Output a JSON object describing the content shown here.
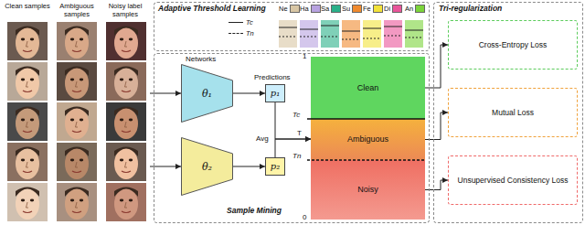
{
  "diagram": {
    "nodes": [
      {
        "text": [
          "Clean samples",
          "Ambiguous samples",
          "Noisy label samples"
        ]
      },
      {
        "text": [
          "Adaptive Threshold Learning"
        ]
      },
      {
        "text": [
          "Sample Mining"
        ]
      },
      {
        "text": [
          "θ₁"
        ],
        "in": 2
      },
      {
        "text": [
          "θ₂"
        ],
        "in": 2
      },
      {
        "text": [
          "p₁"
        ],
        "in": 2
      },
      {
        "text": [
          "p₂"
        ],
        "in": 2
      },
      {
        "text": [
          "Clean"
        ],
        "in": 2
      },
      {
        "text": [
          "Ambiguous"
        ],
        "in": 2
      },
      {
        "text": [
          "Noisy"
        ],
        "in": 2
      },
      {
        "text": [
          "Tri-regularization"
        ]
      },
      {
        "text": [
          "Cross-Entropy Loss"
        ],
        "in": 10
      },
      {
        "text": [
          "Mutual Loss"
        ],
        "in": 10
      },
      {
        "text": [
          "Unsupervised Consistency Loss"
        ],
        "in": 10
      }
    ],
    "edges": [
      {
        "from": 0,
        "to": 3,
        "arrow": "to"
      },
      {
        "from": 0,
        "to": 4,
        "arrow": "to"
      },
      {
        "from": 3,
        "to": 5,
        "arrow": "to"
      },
      {
        "from": 4,
        "to": 6,
        "arrow": "to"
      },
      {
        "from": 5,
        "to": 8,
        "arrow": "to"
      },
      {
        "from": 6,
        "to": 8,
        "arrow": "to"
      },
      {
        "from": 7,
        "to": 11,
        "arrow": "to"
      },
      {
        "from": 8,
        "to": 12,
        "arrow": "to"
      },
      {
        "from": 9,
        "to": 13,
        "arrow": "to"
      }
    ],
    "labels": [
      "Networks",
      "Predictions",
      "Avg",
      "T",
      "1",
      "Tc",
      "Tn",
      "0"
    ],
    "legend": [
      {
        "text": "Tc"
      },
      {
        "text": "Tn"
      },
      {
        "text": "Ne",
        "color": "#d8c6a4"
      },
      {
        "text": "Ha",
        "color": "#b7a2e0"
      },
      {
        "text": "Sa",
        "color": "#2ab089"
      },
      {
        "text": "Su",
        "color": "#f08a2e"
      },
      {
        "text": "Fe",
        "color": "#f2e23a"
      },
      {
        "text": "Di",
        "color": "#e9559a"
      },
      {
        "text": "An",
        "color": "#7cd43a"
      }
    ]
  }
}
